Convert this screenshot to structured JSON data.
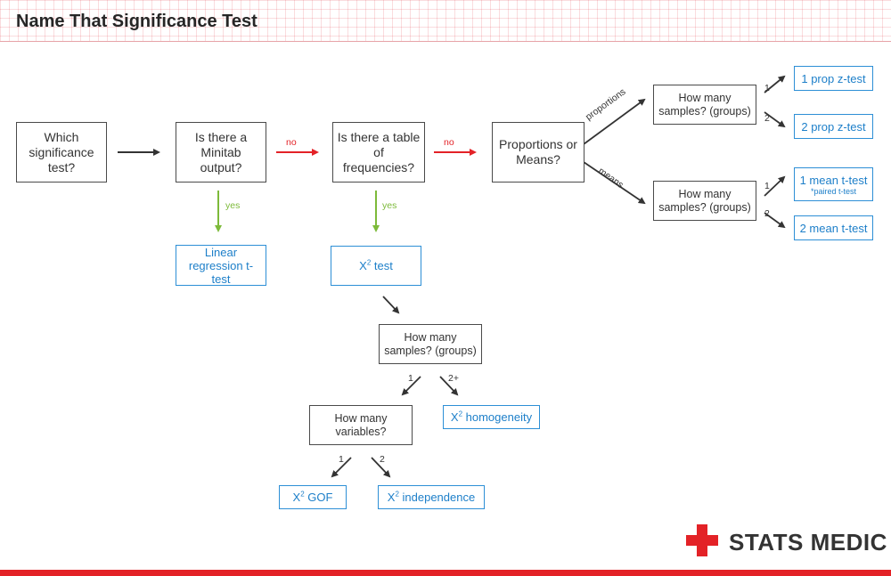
{
  "title": "Name That Significance Test",
  "colors": {
    "accent": "#e32227",
    "result": "#2d8fd6",
    "yes": "#7dba3a",
    "box": "#4a4a4a"
  },
  "boxes": {
    "which": "Which significance test?",
    "minitab": "Is there a Minitab output?",
    "table": "Is there a table of frequencies?",
    "propmeans": "Proportions or Means?",
    "prop_samples": "How many samples? (groups)",
    "mean_samples": "How many samples? (groups)",
    "chi_samples": "How many samples? (groups)",
    "variables": "How many variables?"
  },
  "results": {
    "one_prop": "1 prop z-test",
    "two_prop": "2 prop z-test",
    "one_mean": "1 mean t-test",
    "one_mean_note": "*paired t-test",
    "two_mean": "2 mean t-test",
    "linreg": "Linear regression t-test",
    "chi_test_x": "X",
    "chi_test_sup": "2",
    "chi_test_rest": " test",
    "homog_x": "X",
    "homog_sup": "2",
    "homog_rest": " homogeneity",
    "gof_x": "X",
    "gof_sup": "2",
    "gof_rest": " GOF",
    "indep_x": "X",
    "indep_sup": "2",
    "indep_rest": " independence"
  },
  "labels": {
    "no1": "no",
    "no2": "no",
    "yes1": "yes",
    "yes2": "yes",
    "proportions": "proportions",
    "means": "means",
    "p1": "1",
    "p2": "2",
    "m1": "1",
    "m2": "2",
    "c1": "1",
    "c2": "2+",
    "v1": "1",
    "v2": "2"
  },
  "logo": {
    "text": "STATS MEDIC",
    "icon": "red-cross-icon"
  }
}
